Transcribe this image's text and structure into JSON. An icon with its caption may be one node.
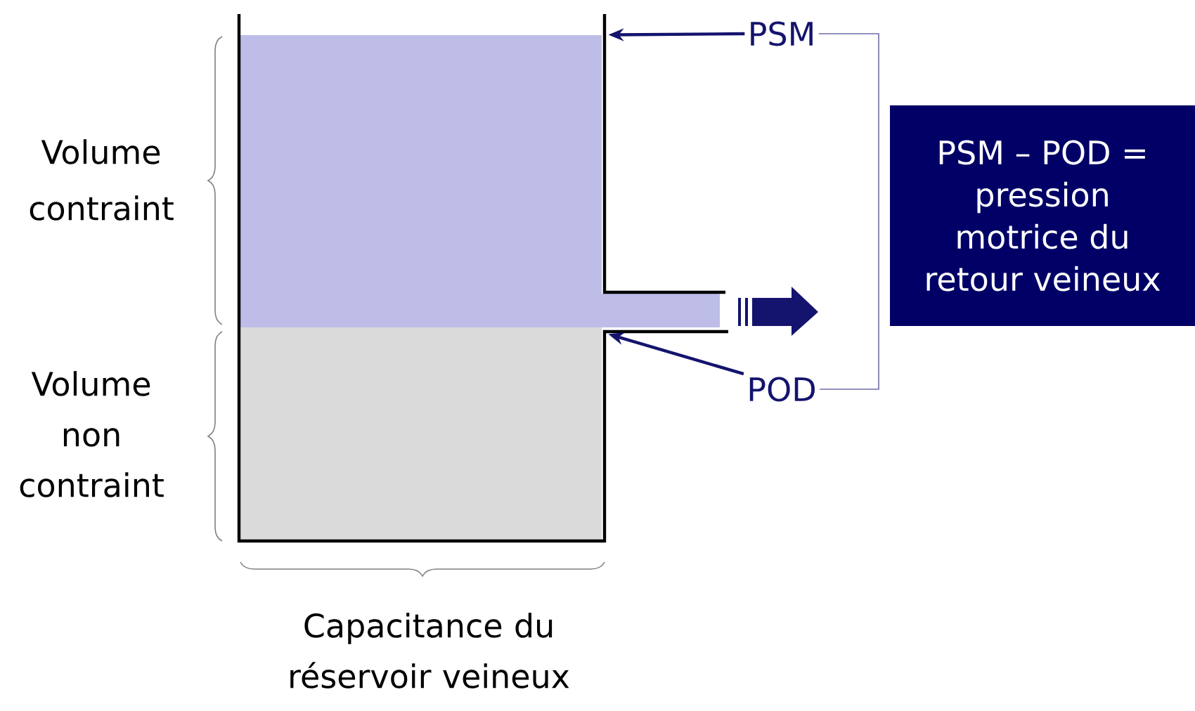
{
  "diagram": {
    "nodes": [
      {
        "text": [],
        "shape": "box"
      },
      {
        "text": [
          "PSM"
        ]
      },
      {
        "text": [
          "POD"
        ]
      },
      {
        "text": [
          "PSM – POD = pression motrice du retour veineux"
        ]
      }
    ],
    "edges": [
      {
        "from": 1,
        "to": 0,
        "arrow": "to"
      },
      {
        "from": 2,
        "to": 0,
        "arrow": "to"
      },
      {
        "from": 1,
        "to": 2,
        "arrow": "none",
        "color": "#6e6eaa"
      }
    ],
    "labels": [
      "Volume contraint",
      "Volume non contraint",
      "Capacitance du réservoir veineux"
    ]
  }
}
